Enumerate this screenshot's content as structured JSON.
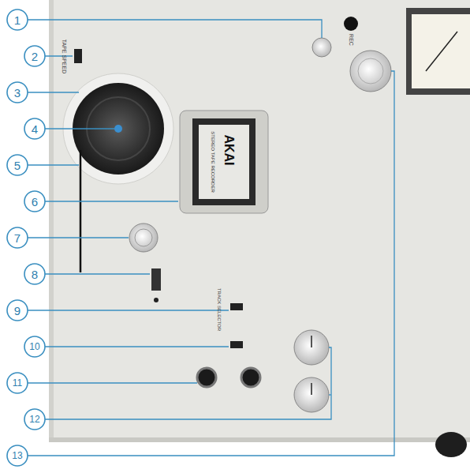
{
  "diagram": {
    "labels": [
      "1",
      "2",
      "3",
      "4",
      "5",
      "6",
      "7",
      "8",
      "9",
      "10",
      "11",
      "12",
      "13",
      "TAPE SPEED",
      "AKAI",
      "STEREO TAPE RECORDER",
      "TRACK SELECTOR",
      "REC"
    ]
  }
}
